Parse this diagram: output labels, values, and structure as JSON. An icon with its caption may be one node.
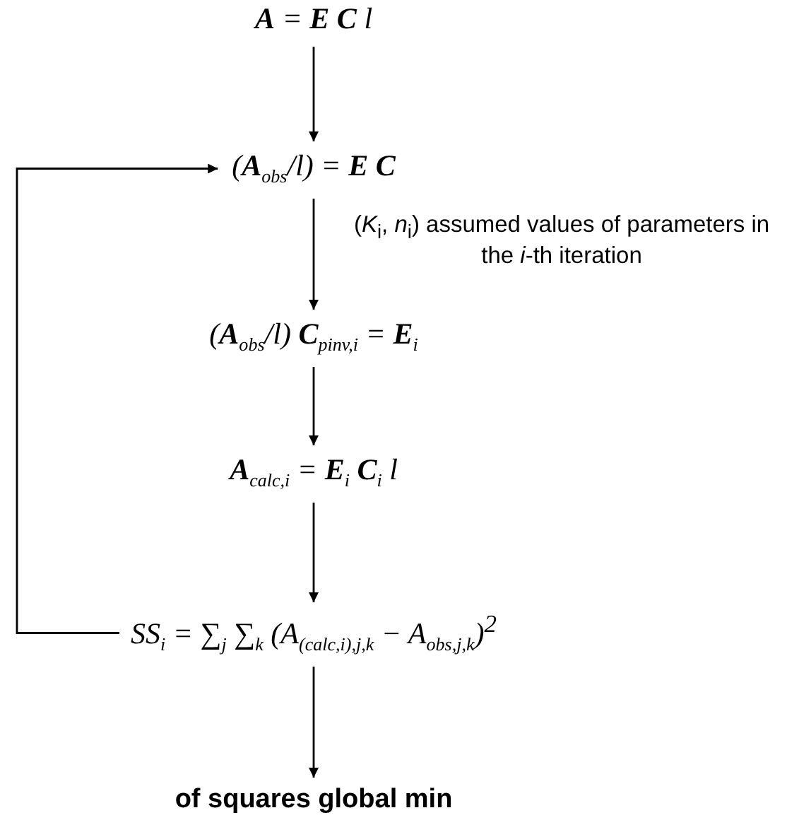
{
  "diagram": {
    "nodes": [
      {
        "text": [
          "**A** = **E** **C** l"
        ]
      },
      {
        "text": [
          "(**A**$_{obs}$/l) = **E** **C**"
        ]
      },
      {
        "text": [
          "(**A**$_{obs}$/l) **C**$_{pinv,i}$ = **E**$_{i}$"
        ]
      },
      {
        "text": [
          "**A**$_{calc,i}$ = **E**$_{i}$ **C**$_{i}$ l"
        ]
      },
      {
        "text": [
          "SS$_{i}$ = ∑$_{j}$ ∑$_{k}$ (A$_{(calc,i),j,k}$ − A$_{obs,j,k}$)$^{2}$"
        ]
      },
      {
        "text": [
          "of squares global min"
        ]
      }
    ],
    "edges": [
      {
        "from": 0,
        "to": 1,
        "arrow": "to"
      },
      {
        "from": 1,
        "to": 2,
        "arrow": "to"
      },
      {
        "from": 2,
        "to": 3,
        "arrow": "to"
      },
      {
        "from": 3,
        "to": 4,
        "arrow": "to"
      },
      {
        "from": 4,
        "to": 5,
        "arrow": "to"
      },
      {
        "from": 4,
        "to": 1,
        "arrow": "to"
      }
    ],
    "labels": [
      "(*K*$_{i}$, *n*$_{i}$) assumed values of parameters in the *i*-th iteration"
    ]
  }
}
